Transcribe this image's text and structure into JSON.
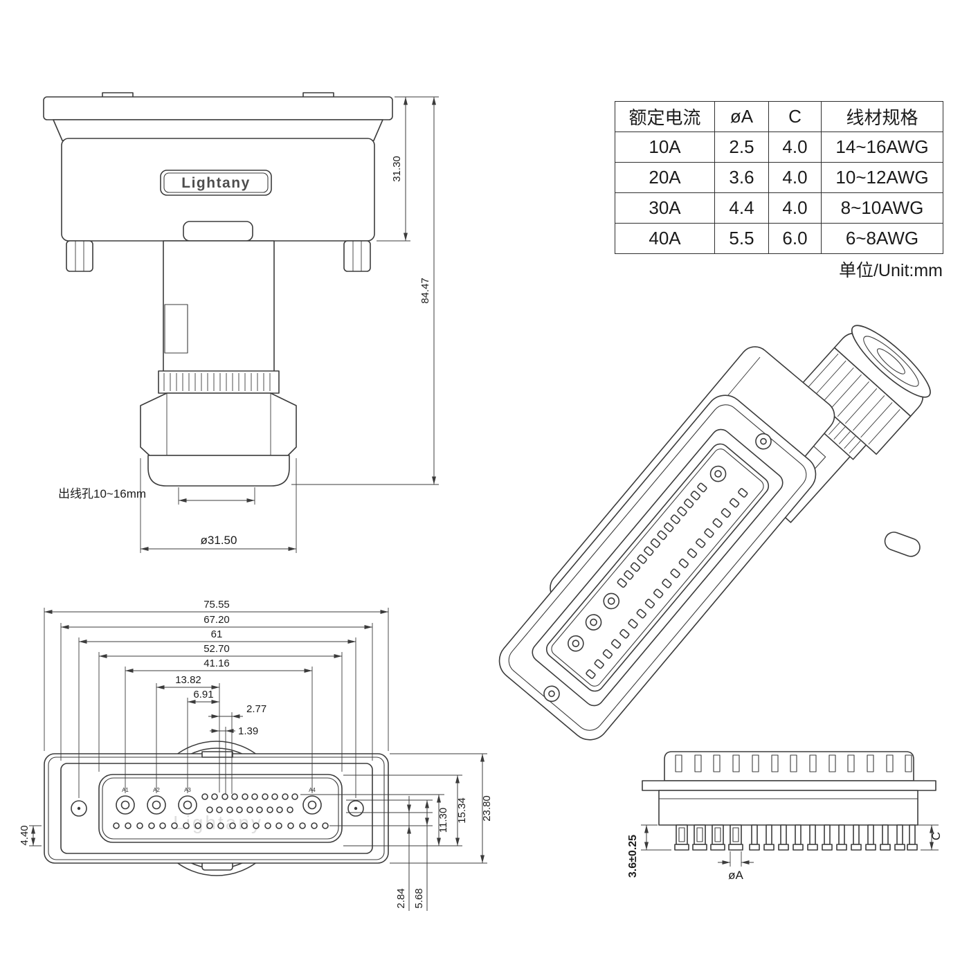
{
  "colors": {
    "line": "#3b3b3b",
    "text": "#1b1b1b",
    "watermark": "#c4c4c4"
  },
  "logo": {
    "text": "Lightany"
  },
  "watermark": {
    "text": "Lightany"
  },
  "unit_note": "单位/Unit:mm",
  "spec_table": {
    "headers": [
      "额定电流",
      "øA",
      "C",
      "线材规格"
    ],
    "rows": [
      [
        "10A",
        "2.5",
        "4.0",
        "14~16AWG"
      ],
      [
        "20A",
        "3.6",
        "4.0",
        "10~12AWG"
      ],
      [
        "30A",
        "4.4",
        "4.0",
        "8~10AWG"
      ],
      [
        "40A",
        "5.5",
        "6.0",
        "6~8AWG"
      ]
    ]
  },
  "rear_view": {
    "dim_body_height": "31.30",
    "dim_total_height": "84.47",
    "label_cable_hole": "出线孔10~16mm",
    "dim_gland_diameter": "ø31.50"
  },
  "front_view": {
    "dim_flange_width": "75.55",
    "dim_shell_width": "67.20",
    "dim_hole_spacing": "61",
    "dim_face_width": "52.70",
    "dim_contact_span": "41.16",
    "dim_a2_to_center": "13.82",
    "dim_a3_to_center": "6.91",
    "dim_pin_offset2": "2.77",
    "dim_pin_offset1": "1.39",
    "dim_row_height": "11.30",
    "dim_face_height": "15.34",
    "dim_flange_height": "23.80",
    "dim_bottom_row": "4.40",
    "dim_row_gap_half": "2.84",
    "dim_row_gap_full": "5.68",
    "contact_labels": [
      "A1",
      "A2",
      "A3",
      "A4"
    ]
  },
  "side_view": {
    "dim_pin_protrusion": "3.6±0.25",
    "label_pin_dia": "øA",
    "label_c": "C"
  }
}
